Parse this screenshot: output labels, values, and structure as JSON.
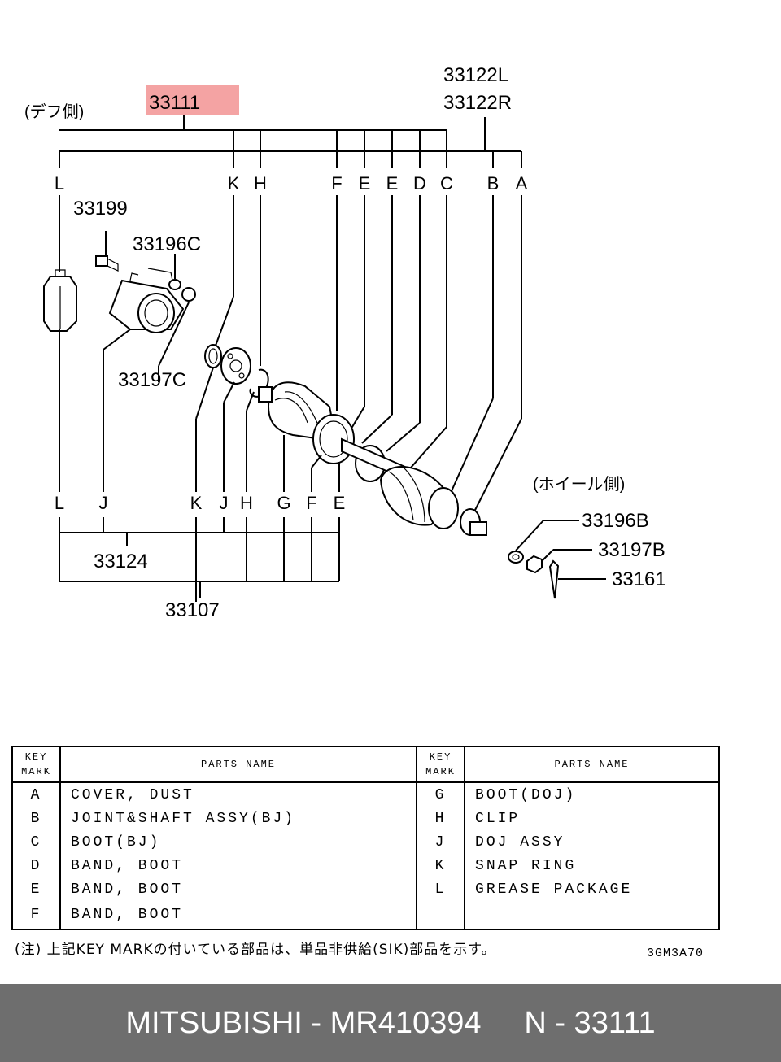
{
  "diagram": {
    "highlight_part": "33111",
    "highlight_color": "#f4a3a3",
    "diff_side_label": "(デフ側)",
    "wheel_side_label": "(ホイール側)",
    "assy_left_label": "33122L",
    "assy_right_label": "33122R",
    "top_letters": [
      "L",
      "K",
      "H",
      "F",
      "E",
      "E",
      "D",
      "C",
      "B",
      "A"
    ],
    "bottom_letters": [
      "L",
      "J",
      "K",
      "J",
      "H",
      "G",
      "F",
      "E"
    ],
    "part_numbers": {
      "p33199": "33199",
      "p33196C": "33196C",
      "p33197C": "33197C",
      "p33124": "33124",
      "p33107": "33107",
      "p33196B": "33196B",
      "p33197B": "33197B",
      "p33161": "33161"
    }
  },
  "table": {
    "header": {
      "key_mark": [
        "KEY",
        "MARK"
      ],
      "parts_name": "PARTS NAME"
    },
    "left_rows": [
      {
        "key": "A",
        "name": "COVER, DUST"
      },
      {
        "key": "B",
        "name": "JOINT&SHAFT ASSY(BJ)"
      },
      {
        "key": "C",
        "name": "BOOT(BJ)"
      },
      {
        "key": "D",
        "name": "BAND, BOOT"
      },
      {
        "key": "E",
        "name": "BAND, BOOT"
      },
      {
        "key": "F",
        "name": "BAND, BOOT"
      }
    ],
    "right_rows": [
      {
        "key": "G",
        "name": "BOOT(DOJ)"
      },
      {
        "key": "H",
        "name": "CLIP"
      },
      {
        "key": "J",
        "name": "DOJ ASSY"
      },
      {
        "key": "K",
        "name": "SNAP RING"
      },
      {
        "key": "L",
        "name": "GREASE PACKAGE"
      },
      {
        "key": "",
        "name": ""
      }
    ]
  },
  "note": "(注) 上記KEY MARKの付いている部品は、単品非供給(SIK)部品を示す。",
  "drawing_code": "3GM3A70",
  "footer": {
    "brand": "MITSUBISHI",
    "part_number": "MR410394",
    "ref": "N - 33111"
  }
}
